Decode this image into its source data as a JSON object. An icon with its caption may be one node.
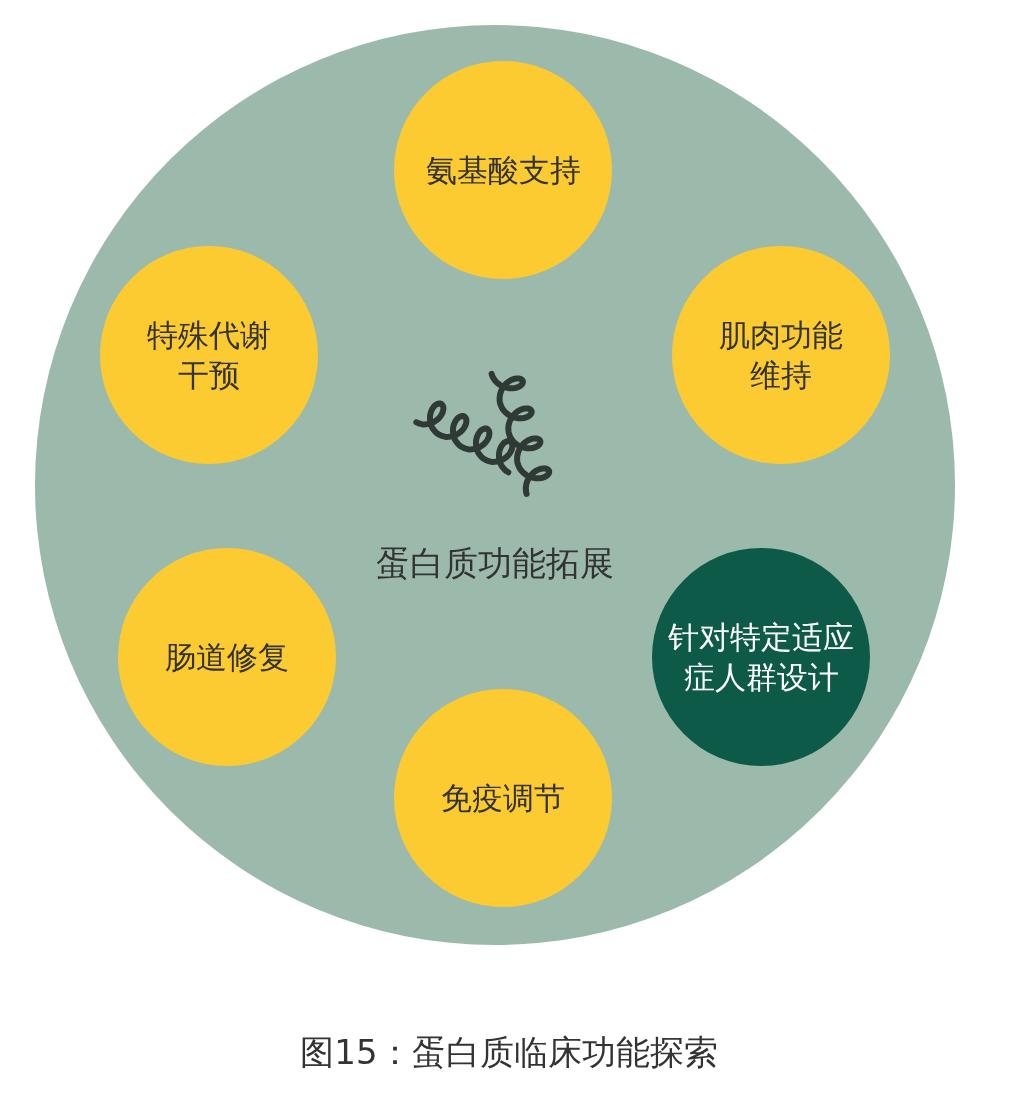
{
  "diagram": {
    "caption": "图15：蛋白质临床功能探索",
    "nodes": [
      {
        "text": [
          "蛋白质功能拓展"
        ]
      },
      {
        "text": [
          "氨基酸支持"
        ],
        "in": 0
      },
      {
        "text": [
          "特殊代谢干预"
        ],
        "in": 0
      },
      {
        "text": [
          "肌肉功能维持"
        ],
        "in": 0
      },
      {
        "text": [
          "肠道修复"
        ],
        "in": 0
      },
      {
        "text": [
          "针对特定适应症人群设计"
        ],
        "in": 0
      },
      {
        "text": [
          "免疫调节"
        ],
        "in": 0
      }
    ]
  }
}
